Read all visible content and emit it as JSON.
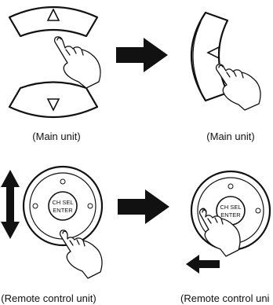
{
  "captions": {
    "main_unit_left": "(Main unit)",
    "main_unit_right": "(Main unit)",
    "remote_left": "(Remote control unit)",
    "remote_right": "(Remote control uni"
  },
  "remote": {
    "center_line1": "CH SEL",
    "center_line2": "ENTER"
  },
  "colors": {
    "ink": "#111111",
    "fill": "#ffffff"
  }
}
